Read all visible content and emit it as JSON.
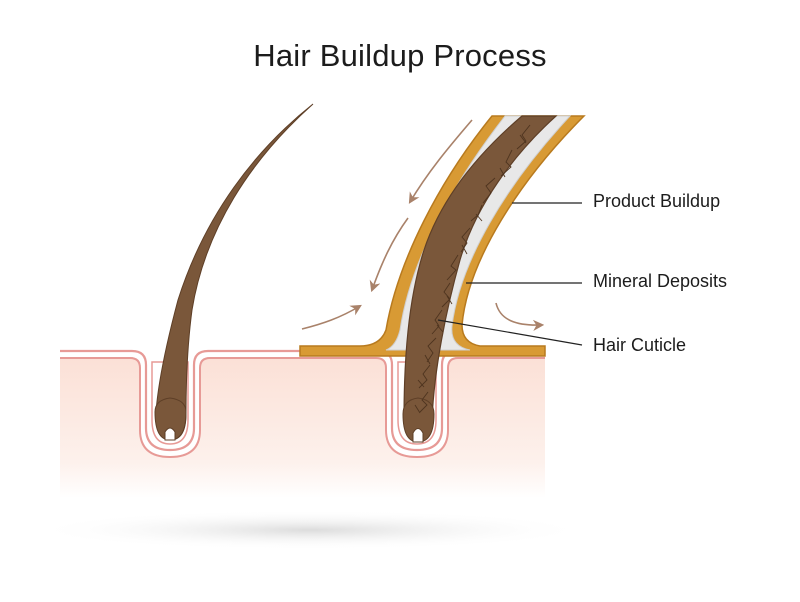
{
  "title": "Hair Buildup Process",
  "labels": {
    "product_buildup": "Product Buildup",
    "mineral_deposits": "Mineral Deposits",
    "hair_cuticle": "Hair Cuticle"
  },
  "colors": {
    "skin_fill": "#fbe3db",
    "skin_outline": "#e79a96",
    "hair_shaft": "#7a573a",
    "hair_shaft_light": "#8c6a4a",
    "product_layer": "#d89a34",
    "product_outline": "#b87a1e",
    "mineral_layer": "#e6e6e6",
    "arrow": "#a9826a",
    "leader_line": "#222222"
  },
  "icons": {
    "flow_arrows": "curved-arrow-icon"
  }
}
